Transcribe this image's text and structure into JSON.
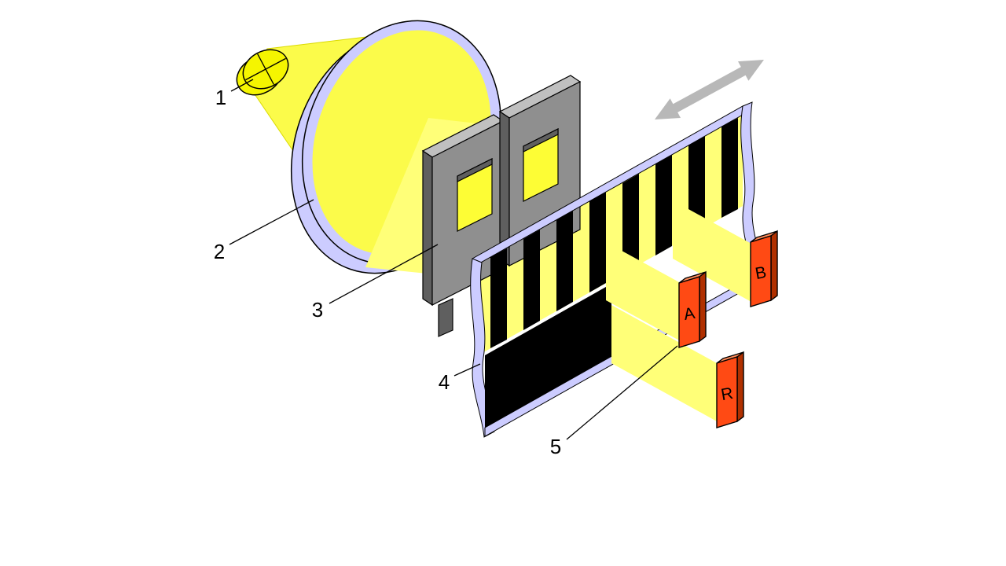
{
  "figure": {
    "background": "#FFFFFF",
    "callouts": [
      {
        "n": "1"
      },
      {
        "n": "2"
      },
      {
        "n": "3"
      },
      {
        "n": "4"
      },
      {
        "n": "5"
      }
    ],
    "detectors": [
      {
        "label": "A"
      },
      {
        "label": "B"
      },
      {
        "label": "R"
      }
    ],
    "colors": {
      "background": "#FFFFFF",
      "light_cone": "#FBFB4A",
      "cone_edge": "#DADA00",
      "beam": "#FFFF78",
      "window": "#FDFD35",
      "bulb": "#F5F500",
      "lens": "#CCCCFF",
      "scale_edge": "#CCCCFF",
      "mask_front": "#8F8F8F",
      "mask_top": "#C0C0C0",
      "mask_side": "#5F5F5F",
      "stripe": "#000000",
      "detector_front": "#FF4A14",
      "detector_top": "#FF8C5A",
      "detector_side": "#B03000",
      "arrow": "#B8B8B8"
    }
  }
}
